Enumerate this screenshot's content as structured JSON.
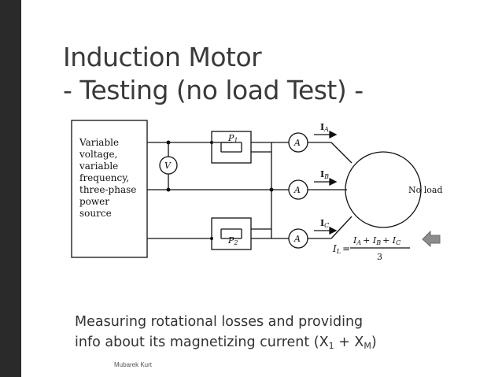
{
  "slide": {
    "title_line1": "Induction Motor",
    "title_line2": "- Testing (no load Test) -",
    "caption_line1": "Measuring rotational losses and providing",
    "caption_line2_prefix": "info about its magnetizing current (X",
    "caption_sub1": "1",
    "caption_plus": " + X",
    "caption_subM": "M",
    "caption_close": ")",
    "footer": "Mubarek Kurt"
  },
  "diagram": {
    "source_lines": [
      "Variable",
      "voltage,",
      "variable",
      "frequency,",
      "three-phase",
      "power",
      "source"
    ],
    "voltmeter": "V",
    "ammeter": "A",
    "wattmeter1": "P",
    "wattmeter1_sub": "1",
    "wattmeter2": "P",
    "wattmeter2_sub": "2",
    "current_a": "I",
    "current_a_sub": "A",
    "current_b": "I",
    "current_b_sub": "B",
    "current_c": "I",
    "current_c_sub": "C",
    "motor_label": "No load",
    "formula_lhs": "I",
    "formula_lhs_sub": "L",
    "formula_eq": "=",
    "formula_num": "I",
    "formula_num_a": "A",
    "formula_plus1": "+ I",
    "formula_num_b": "B",
    "formula_plus2": "+ I",
    "formula_num_c": "C",
    "formula_den": "3"
  },
  "colors": {
    "sidebar": "#2a2a2a",
    "title": "#3a3a3a",
    "nav_icon": "#8c8c8c"
  }
}
